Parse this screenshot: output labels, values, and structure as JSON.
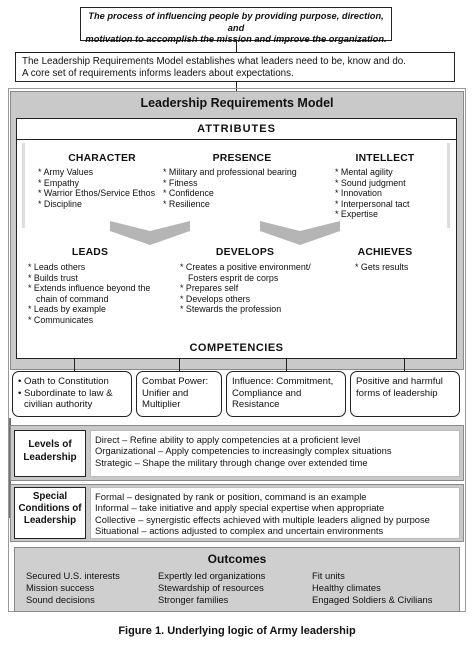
{
  "definition": {
    "line1": "The process of influencing people by providing purpose, direction, and",
    "line2": "motivation to accomplish the mission and improve the organization."
  },
  "intro": {
    "line1": "The Leadership Requirements Model establishes what leaders need to be, know and do.",
    "line2": "A core set of requirements informs leaders about expectations."
  },
  "model": {
    "title": "Leadership Requirements Model",
    "attributes_label": "ATTRIBUTES",
    "character": {
      "title": "CHARACTER",
      "items": [
        "Army Values",
        "Empathy",
        "Warrior Ethos/Service Ethos",
        "Discipline"
      ]
    },
    "presence": {
      "title": "PRESENCE",
      "items": [
        "Military and professional bearing",
        "Fitness",
        "Confidence",
        "Resilience"
      ]
    },
    "intellect": {
      "title": "INTELLECT",
      "items": [
        "Mental agility",
        "Sound judgment",
        "Innovation",
        "Interpersonal tact",
        "Expertise"
      ]
    },
    "leads": {
      "title": "LEADS",
      "items": [
        "Leads others",
        "Builds trust",
        "Extends influence beyond the chain of command",
        "Leads by example",
        "Communicates"
      ]
    },
    "develops": {
      "title": "DEVELOPS",
      "items": [
        "Creates a positive environment/ Fosters esprit de corps",
        "Prepares self",
        "Develops others",
        "Stewards the profession"
      ]
    },
    "achieves": {
      "title": "ACHIEVES",
      "items": [
        "Gets results"
      ]
    },
    "competencies_label": "COMPETENCIES"
  },
  "competency_boxes": [
    {
      "items": [
        "Oath to Constitution",
        "Subordinate to law & civilian authority"
      ]
    },
    {
      "text": "Combat Power: Unifier and Multiplier"
    },
    {
      "text": "Influence: Commitment, Compliance and Resistance"
    },
    {
      "text": "Positive and harmful forms of leadership"
    }
  ],
  "levels": {
    "title": "Levels of Leadership",
    "lines": [
      "Direct –  Refine ability to apply competencies at a proficient level",
      "Organizational – Apply competencies to increasingly complex situations",
      "Strategic – Shape the military through change over extended time"
    ]
  },
  "special": {
    "title": "Special Conditions of Leadership",
    "lines": [
      "Formal – designated by rank or position, command is an example",
      "Informal – take initiative and apply special expertise when appropriate",
      "Collective – synergistic effects achieved with multiple leaders aligned by purpose",
      "Situational –  actions adjusted to complex and uncertain environments"
    ]
  },
  "outcomes": {
    "title": "Outcomes",
    "col1": [
      "Secured U.S. interests",
      "Mission success",
      "Sound decisions"
    ],
    "col2": [
      "Expertly led organizations",
      "Stewardship of resources",
      "Stronger families"
    ],
    "col3": [
      "Fit units",
      "Healthy climates",
      "Engaged Soldiers & Civilians"
    ]
  },
  "caption": "Figure 1. Underlying logic of Army leadership",
  "colors": {
    "panel_gray": "#c9c9c9",
    "chevron_gray": "#b5b5b5",
    "border": "#222222"
  }
}
